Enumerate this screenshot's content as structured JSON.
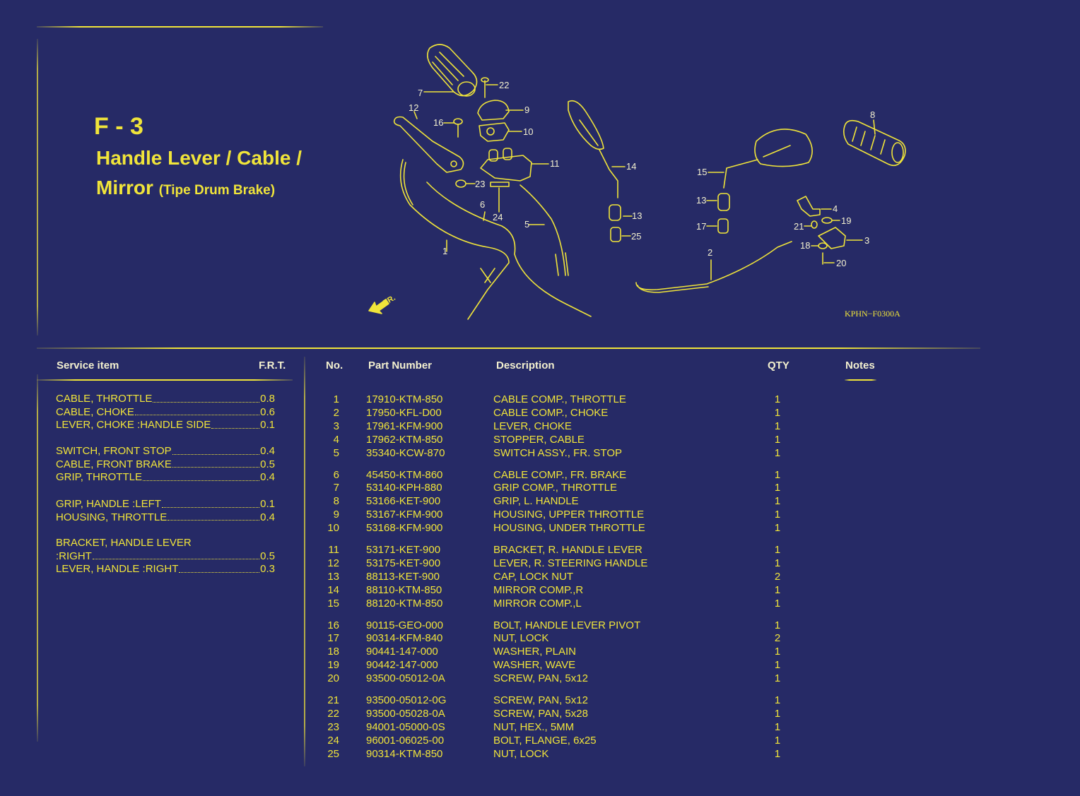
{
  "header": {
    "code": "F - 3",
    "title_line1": "Handle Lever / Cable /",
    "title_line2": "Mirror",
    "title_suffix": "(Tipe Drum Brake)"
  },
  "figure": {
    "code": "KPHN−F0300A",
    "direction_label": "FR.",
    "callouts": [
      "1",
      "2",
      "3",
      "4",
      "5",
      "6",
      "7",
      "8",
      "9",
      "10",
      "11",
      "12",
      "13",
      "13",
      "14",
      "15",
      "16",
      "17",
      "18",
      "19",
      "20",
      "21",
      "22",
      "23",
      "24",
      "25"
    ]
  },
  "service": {
    "col_item": "Service item",
    "col_frt": "F.R.T.",
    "items": [
      {
        "label": "CABLE, THROTTLE",
        "frt": "0.8"
      },
      {
        "label": "CABLE, CHOKE",
        "frt": "0.6"
      },
      {
        "label": "LEVER, CHOKE :HANDLE SIDE",
        "frt": "0.1"
      },
      {
        "label": "SWITCH, FRONT STOP",
        "frt": "0.4"
      },
      {
        "label": "CABLE, FRONT BRAKE",
        "frt": "0.5"
      },
      {
        "label": "GRIP, THROTTLE",
        "frt": "0.4"
      },
      {
        "label": "GRIP, HANDLE :LEFT",
        "frt": "0.1"
      },
      {
        "label": "HOUSING, THROTTLE",
        "frt": "0.4"
      },
      {
        "label": "BRACKET, HANDLE LEVER",
        "frt": ""
      },
      {
        "label": ":RIGHT",
        "frt": "0.5"
      },
      {
        "label": "LEVER, HANDLE :RIGHT",
        "frt": "0.3"
      }
    ]
  },
  "parts": {
    "col_no": "No.",
    "col_part": "Part Number",
    "col_desc": "Description",
    "col_qty": "QTY",
    "col_notes": "Notes",
    "rows": [
      {
        "no": "1",
        "pn": "17910-KTM-850",
        "desc": "CABLE COMP., THROTTLE",
        "qty": "1"
      },
      {
        "no": "2",
        "pn": "17950-KFL-D00",
        "desc": "CABLE COMP., CHOKE",
        "qty": "1"
      },
      {
        "no": "3",
        "pn": "17961-KFM-900",
        "desc": "LEVER, CHOKE",
        "qty": "1"
      },
      {
        "no": "4",
        "pn": "17962-KTM-850",
        "desc": "STOPPER, CABLE",
        "qty": "1"
      },
      {
        "no": "5",
        "pn": "35340-KCW-870",
        "desc": "SWITCH ASSY., FR. STOP",
        "qty": "1"
      },
      {
        "no": "6",
        "pn": "45450-KTM-860",
        "desc": "CABLE COMP., FR. BRAKE",
        "qty": "1"
      },
      {
        "no": "7",
        "pn": "53140-KPH-880",
        "desc": "GRIP COMP., THROTTLE",
        "qty": "1"
      },
      {
        "no": "8",
        "pn": "53166-KET-900",
        "desc": "GRIP, L. HANDLE",
        "qty": "1"
      },
      {
        "no": "9",
        "pn": "53167-KFM-900",
        "desc": "HOUSING, UPPER THROTTLE",
        "qty": "1"
      },
      {
        "no": "10",
        "pn": "53168-KFM-900",
        "desc": "HOUSING, UNDER THROTTLE",
        "qty": "1"
      },
      {
        "no": "11",
        "pn": "53171-KET-900",
        "desc": "BRACKET, R. HANDLE LEVER",
        "qty": "1"
      },
      {
        "no": "12",
        "pn": "53175-KET-900",
        "desc": "LEVER, R. STEERING HANDLE",
        "qty": "1"
      },
      {
        "no": "13",
        "pn": "88113-KET-900",
        "desc": "CAP, LOCK NUT",
        "qty": "2"
      },
      {
        "no": "14",
        "pn": "88110-KTM-850",
        "desc": "MIRROR COMP.,R",
        "qty": "1"
      },
      {
        "no": "15",
        "pn": "88120-KTM-850",
        "desc": "MIRROR COMP.,L",
        "qty": "1"
      },
      {
        "no": "16",
        "pn": "90115-GEO-000",
        "desc": "BOLT, HANDLE LEVER PIVOT",
        "qty": "1"
      },
      {
        "no": "17",
        "pn": "90314-KFM-840",
        "desc": "NUT, LOCK",
        "qty": "2"
      },
      {
        "no": "18",
        "pn": "90441-147-000",
        "desc": "WASHER, PLAIN",
        "qty": "1"
      },
      {
        "no": "19",
        "pn": "90442-147-000",
        "desc": "WASHER, WAVE",
        "qty": "1"
      },
      {
        "no": "20",
        "pn": "93500-05012-0A",
        "desc": "SCREW, PAN, 5x12",
        "qty": "1"
      },
      {
        "no": "21",
        "pn": "93500-05012-0G",
        "desc": "SCREW, PAN, 5x12",
        "qty": "1"
      },
      {
        "no": "22",
        "pn": "93500-05028-0A",
        "desc": "SCREW, PAN, 5x28",
        "qty": "1"
      },
      {
        "no": "23",
        "pn": "94001-05000-0S",
        "desc": "NUT, HEX., 5MM",
        "qty": "1"
      },
      {
        "no": "24",
        "pn": "96001-06025-00",
        "desc": "BOLT, FLANGE, 6x25",
        "qty": "1"
      },
      {
        "no": "25",
        "pn": "90314-KTM-850",
        "desc": "NUT, LOCK",
        "qty": "1"
      }
    ]
  }
}
